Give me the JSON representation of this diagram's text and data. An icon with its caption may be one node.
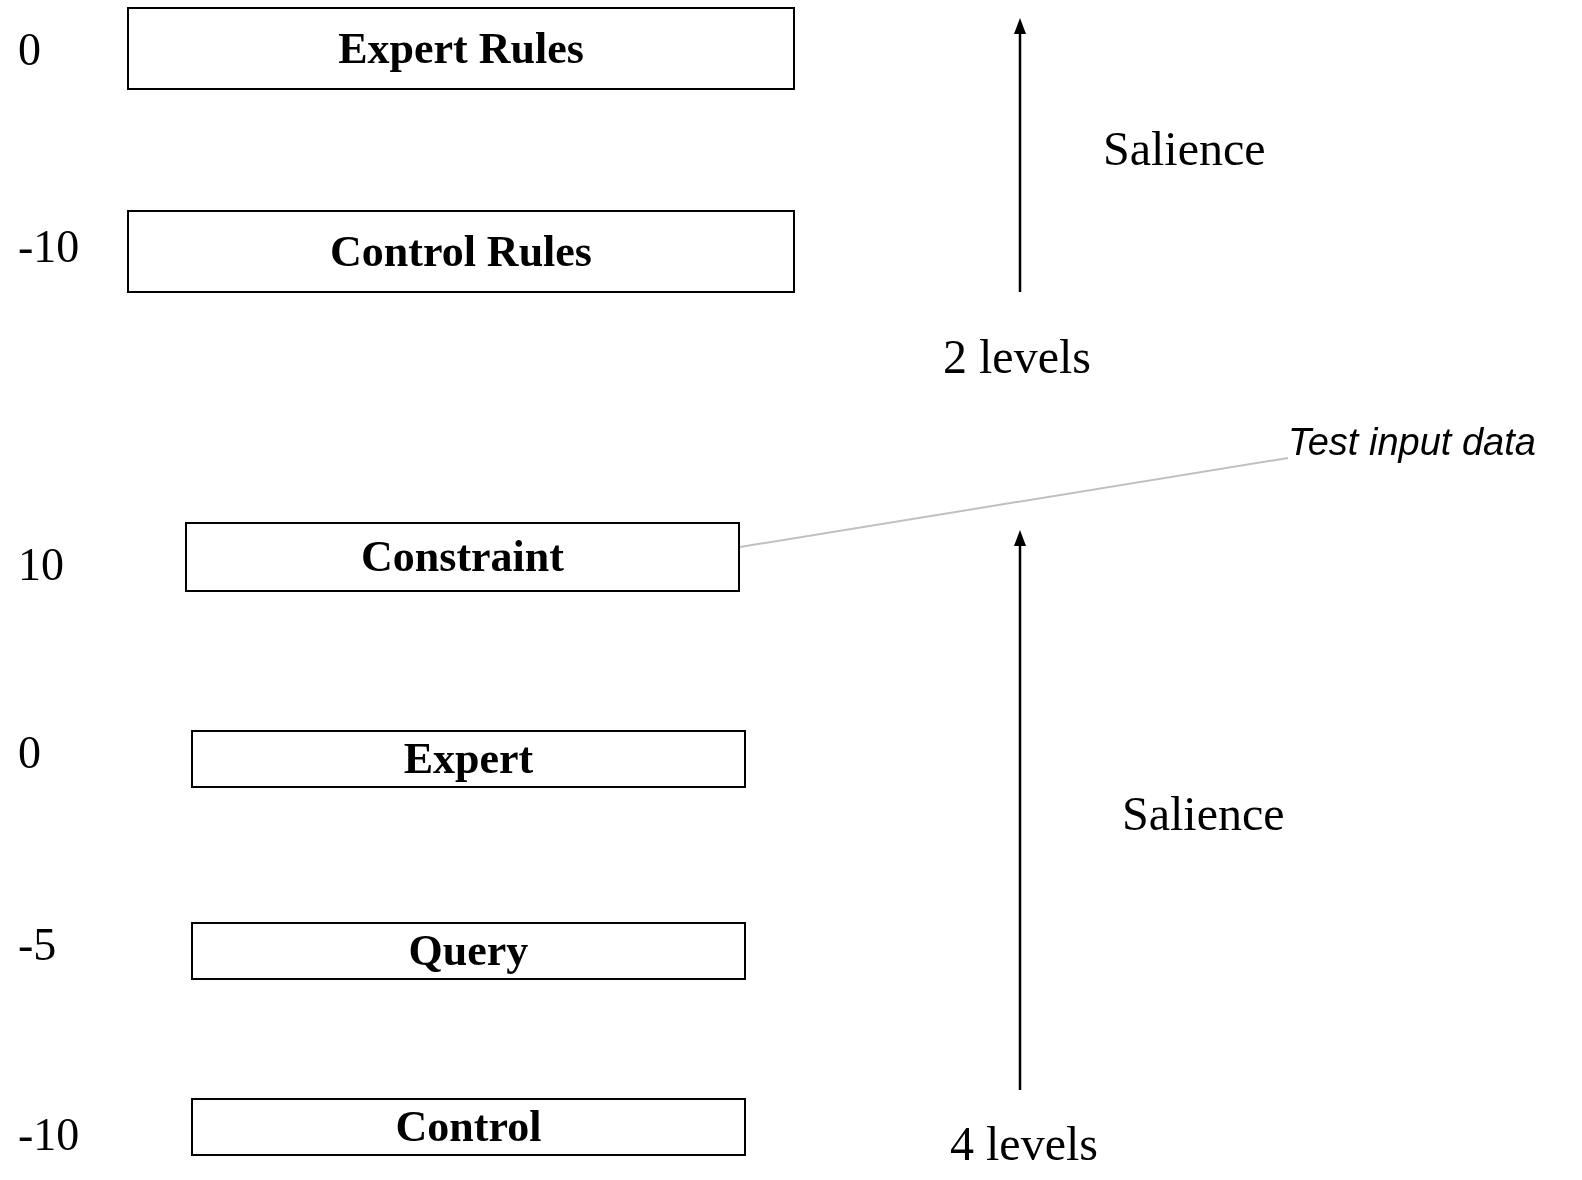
{
  "diagram": {
    "nodes": [
      {
        "text": [
          "Expert Rules"
        ],
        "beside": [
          "0"
        ]
      },
      {
        "text": [
          "Control Rules"
        ],
        "beside": [
          "-10"
        ]
      },
      {
        "text": [
          "Constraint"
        ],
        "beside": [
          "10"
        ]
      },
      {
        "text": [
          "Expert"
        ],
        "beside": [
          "0"
        ]
      },
      {
        "text": [
          "Query"
        ],
        "beside": [
          "-5"
        ]
      },
      {
        "text": [
          "Control"
        ],
        "beside": [
          "-10"
        ]
      },
      {
        "text": [
          "Test input data"
        ]
      }
    ],
    "edges": [
      {
        "from": 6,
        "to": 2,
        "arrow": "none",
        "color": "#c0c0c0"
      }
    ],
    "labels": [
      "Salience",
      "2 levels",
      "Salience",
      "4 levels"
    ]
  }
}
